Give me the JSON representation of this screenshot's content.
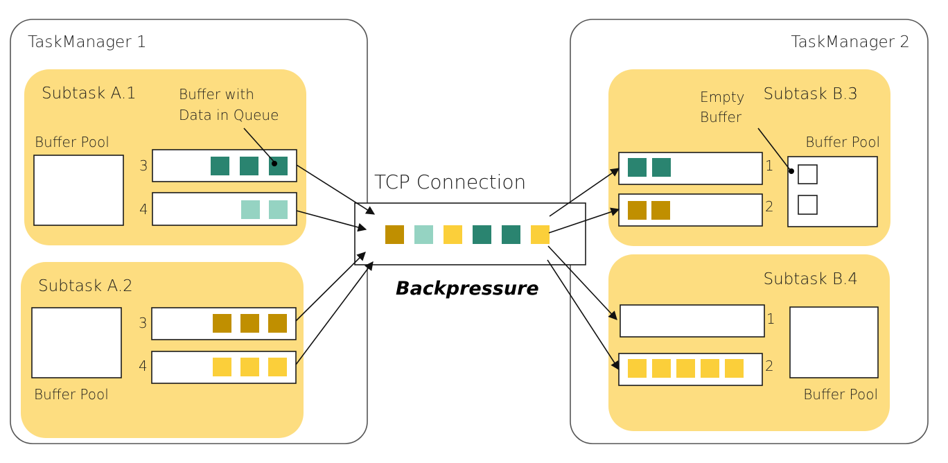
{
  "colors": {
    "dark_green": "#2a8470",
    "light_teal": "#95d3c2",
    "dark_gold": "#c08f00",
    "yellow": "#fbcf3a",
    "subtask_bg": "#fddd80"
  },
  "taskmanager1": {
    "title": "TaskManager 1",
    "subtasks": [
      {
        "title": "Subtask A.1",
        "buffer_pool_label": "Buffer Pool",
        "annotation": [
          "Buffer with",
          "Data in Queue"
        ],
        "queues": [
          {
            "label": "3",
            "buffers": [
              "dark_green",
              "dark_green",
              "dark_green"
            ]
          },
          {
            "label": "4",
            "buffers": [
              "light_teal",
              "light_teal"
            ]
          }
        ]
      },
      {
        "title": "Subtask A.2",
        "buffer_pool_label": "Buffer Pool",
        "queues": [
          {
            "label": "3",
            "buffers": [
              "dark_gold",
              "dark_gold",
              "dark_gold"
            ]
          },
          {
            "label": "4",
            "buffers": [
              "yellow",
              "yellow",
              "yellow"
            ]
          }
        ]
      }
    ]
  },
  "tcp": {
    "title": "TCP Connection",
    "buffers": [
      "dark_gold",
      "light_teal",
      "yellow",
      "dark_green",
      "dark_green",
      "yellow"
    ],
    "caption": "Backpressure"
  },
  "taskmanager2": {
    "title": "TaskManager 2",
    "subtasks": [
      {
        "title": "Subtask B.3",
        "buffer_pool_label": "Buffer Pool",
        "annotation": [
          "Empty",
          "Buffer"
        ],
        "pool_empty_buffers": 2,
        "queues": [
          {
            "label": "1",
            "buffers": [
              "dark_green",
              "dark_green"
            ]
          },
          {
            "label": "2",
            "buffers": [
              "dark_gold",
              "dark_gold"
            ]
          }
        ]
      },
      {
        "title": "Subtask B.4",
        "buffer_pool_label": "Buffer Pool",
        "queues": [
          {
            "label": "1",
            "buffers": []
          },
          {
            "label": "2",
            "buffers": [
              "yellow",
              "yellow",
              "yellow",
              "yellow",
              "yellow"
            ]
          }
        ]
      }
    ]
  }
}
